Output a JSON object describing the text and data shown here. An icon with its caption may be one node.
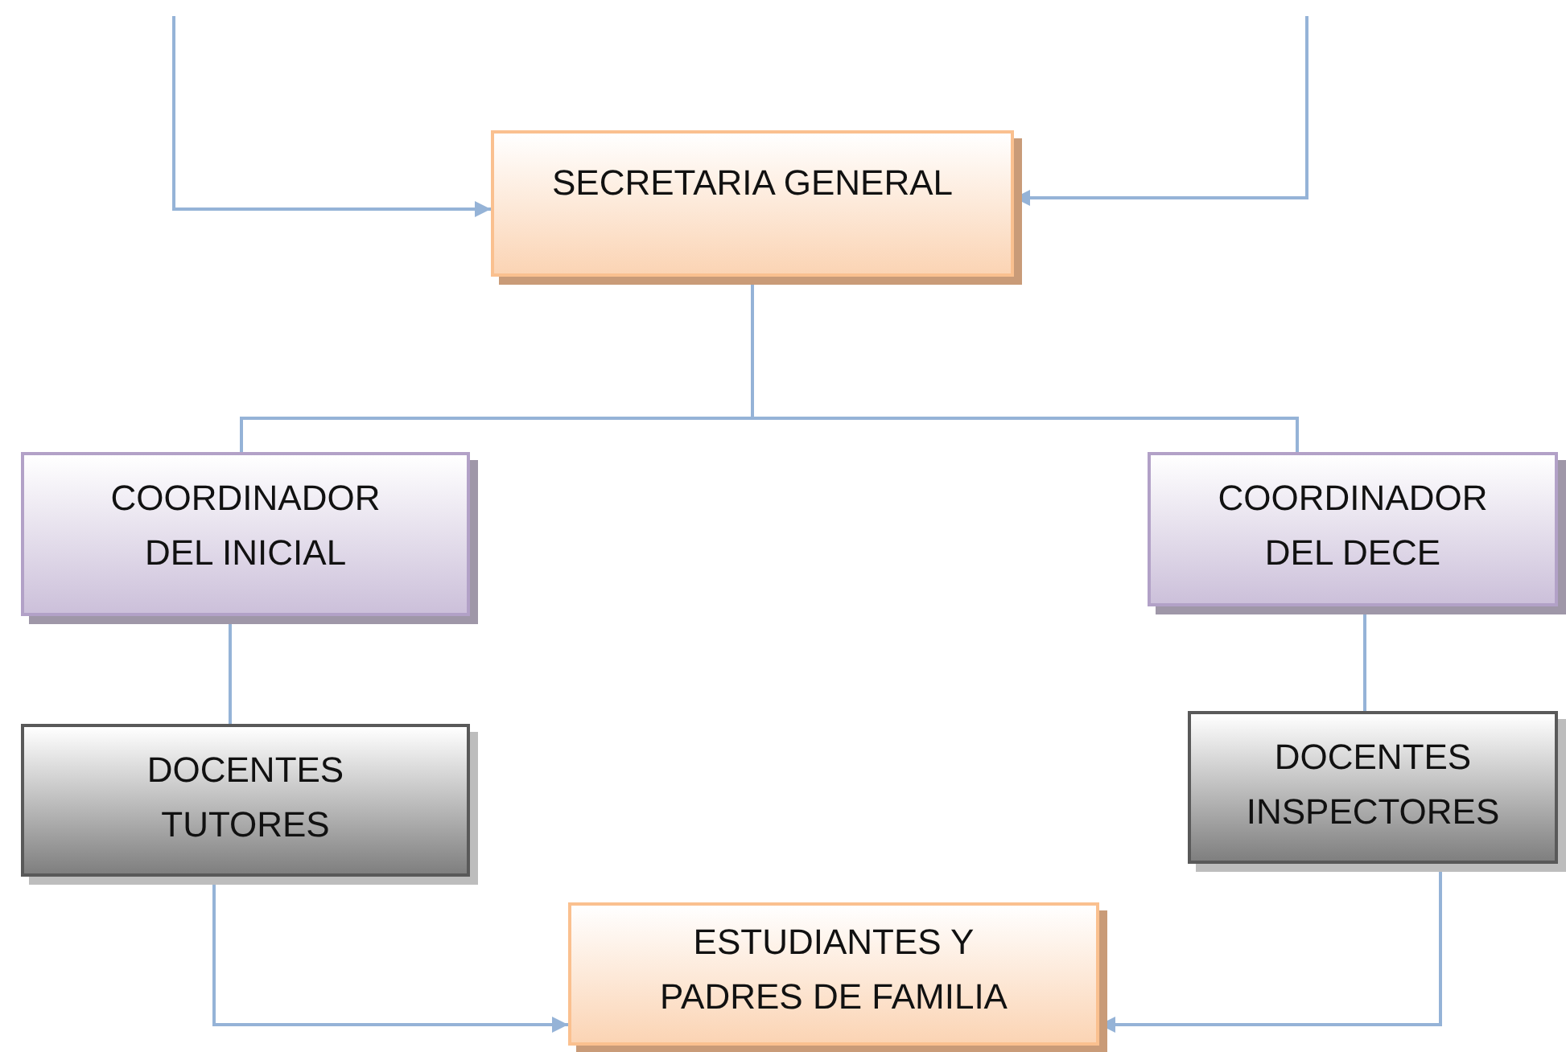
{
  "diagram": {
    "nodes": [
      {
        "text": [
          "SECRETARIA GENERAL"
        ]
      },
      {
        "text": [
          "COORDINADOR DEL INICIAL"
        ]
      },
      {
        "text": [
          "COORDINADOR DEL DECE"
        ]
      },
      {
        "text": [
          "DOCENTES TUTORES"
        ]
      },
      {
        "text": [
          "DOCENTES INSPECTORES"
        ]
      },
      {
        "text": [
          "ESTUDIANTES Y PADRES DE FAMILIA"
        ]
      }
    ],
    "edges": [
      {
        "from": null,
        "to": 0,
        "arrow": "to"
      },
      {
        "from": null,
        "to": 0,
        "arrow": "to"
      },
      {
        "from": 0,
        "to": 1,
        "arrow": "none"
      },
      {
        "from": 0,
        "to": 2,
        "arrow": "none"
      },
      {
        "from": 1,
        "to": 3,
        "arrow": "none"
      },
      {
        "from": 2,
        "to": 4,
        "arrow": "none"
      },
      {
        "from": 3,
        "to": 5,
        "arrow": "to"
      },
      {
        "from": 4,
        "to": 5,
        "arrow": "to"
      }
    ]
  }
}
